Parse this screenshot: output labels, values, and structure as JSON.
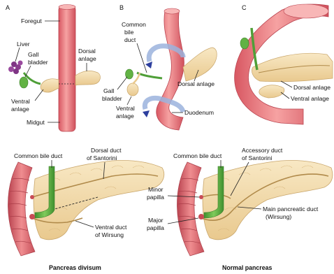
{
  "panels": {
    "a": {
      "letter": "A",
      "labels": {
        "foregut": "Foregut",
        "liver": "Liver",
        "gall_bladder_1": "Gall",
        "gall_bladder_2": "bladder",
        "dorsal_anlage_1": "Dorsal",
        "dorsal_anlage_2": "anlage",
        "ventral_anlage_1": "Ventral",
        "ventral_anlage_2": "anlage",
        "midgut": "Midgut"
      }
    },
    "b": {
      "letter": "B",
      "labels": {
        "common_bile_duct_1": "Common",
        "common_bile_duct_2": "bile",
        "common_bile_duct_3": "duct",
        "gall_bladder_1": "Gall",
        "gall_bladder_2": "bladder",
        "dorsal_anlage": "Dorsal anlage",
        "ventral_anlage_1": "Ventral",
        "ventral_anlage_2": "anlage",
        "duodenum": "Duodenum"
      }
    },
    "c": {
      "letter": "C",
      "labels": {
        "dorsal_anlage": "Dorsal anlage",
        "ventral_anlage": "Ventral anlage"
      }
    },
    "divisum": {
      "caption": "Pancreas divisum",
      "labels": {
        "common_bile_duct": "Common bile duct",
        "dorsal_duct_1": "Dorsal duct",
        "dorsal_duct_2": "of Santorini",
        "ventral_duct_1": "Ventral duct",
        "ventral_duct_2": "of Wirsung"
      }
    },
    "normal": {
      "caption": "Normal pancreas",
      "labels": {
        "common_bile_duct": "Common bile duct",
        "accessory_duct_1": "Accessory duct",
        "accessory_duct_2": "of Santorini",
        "minor_papilla_1": "Minor",
        "minor_papilla_2": "papilla",
        "major_papilla_1": "Major",
        "major_papilla_2": "papilla",
        "main_duct_1": "Main pancreatic duct",
        "main_duct_2": "(Wirsung)"
      }
    }
  },
  "colors": {
    "gut": "#ef8a8c",
    "gut_dark": "#c94b55",
    "pancreas": "#f3ddb0",
    "pancreas_edge": "#c9a66b",
    "bile": "#62b244",
    "liver": "#8a3c8e",
    "arrow": "#9bb3dd"
  }
}
